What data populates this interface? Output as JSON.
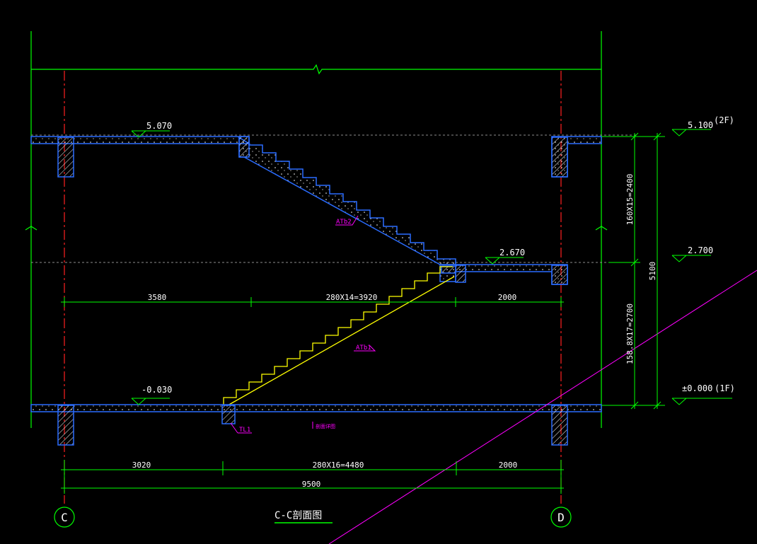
{
  "colors": {
    "background": "#000000",
    "dimension": "#00ff00",
    "axis": "#ff2020",
    "structure": "#2a6cff",
    "hatch": "#ffffff",
    "stair_1": "#ffff00",
    "text": "#ffffff",
    "callout": "#ff00ff",
    "dashed_level": "#8c8c8c"
  },
  "title": "C-C剖面图",
  "axes": [
    {
      "id": "C",
      "label": "C"
    },
    {
      "id": "D",
      "label": "D"
    }
  ],
  "dimensions": {
    "bottom_row1": [
      "3020",
      "280X16=4480",
      "2000"
    ],
    "bottom_total": "9500",
    "middle_row": [
      "3580",
      "280X14=3920",
      "2000"
    ],
    "right_upper": "160X15=2400",
    "right_lower": "158.8X17=2700",
    "right_total": "5100"
  },
  "elevations": {
    "top_floor": "5.070",
    "landing": "2.670",
    "ground": "-0.030",
    "right_2f": "5.100",
    "right_2f_tag": "(2F)",
    "right_mid": "2.700",
    "right_1f": "±0.000",
    "right_1f_tag": "(1F)"
  },
  "callouts": {
    "upper_flight": "ATb2",
    "lower_flight": "ATb1",
    "beam": "TL1",
    "note": "剖面详图"
  }
}
